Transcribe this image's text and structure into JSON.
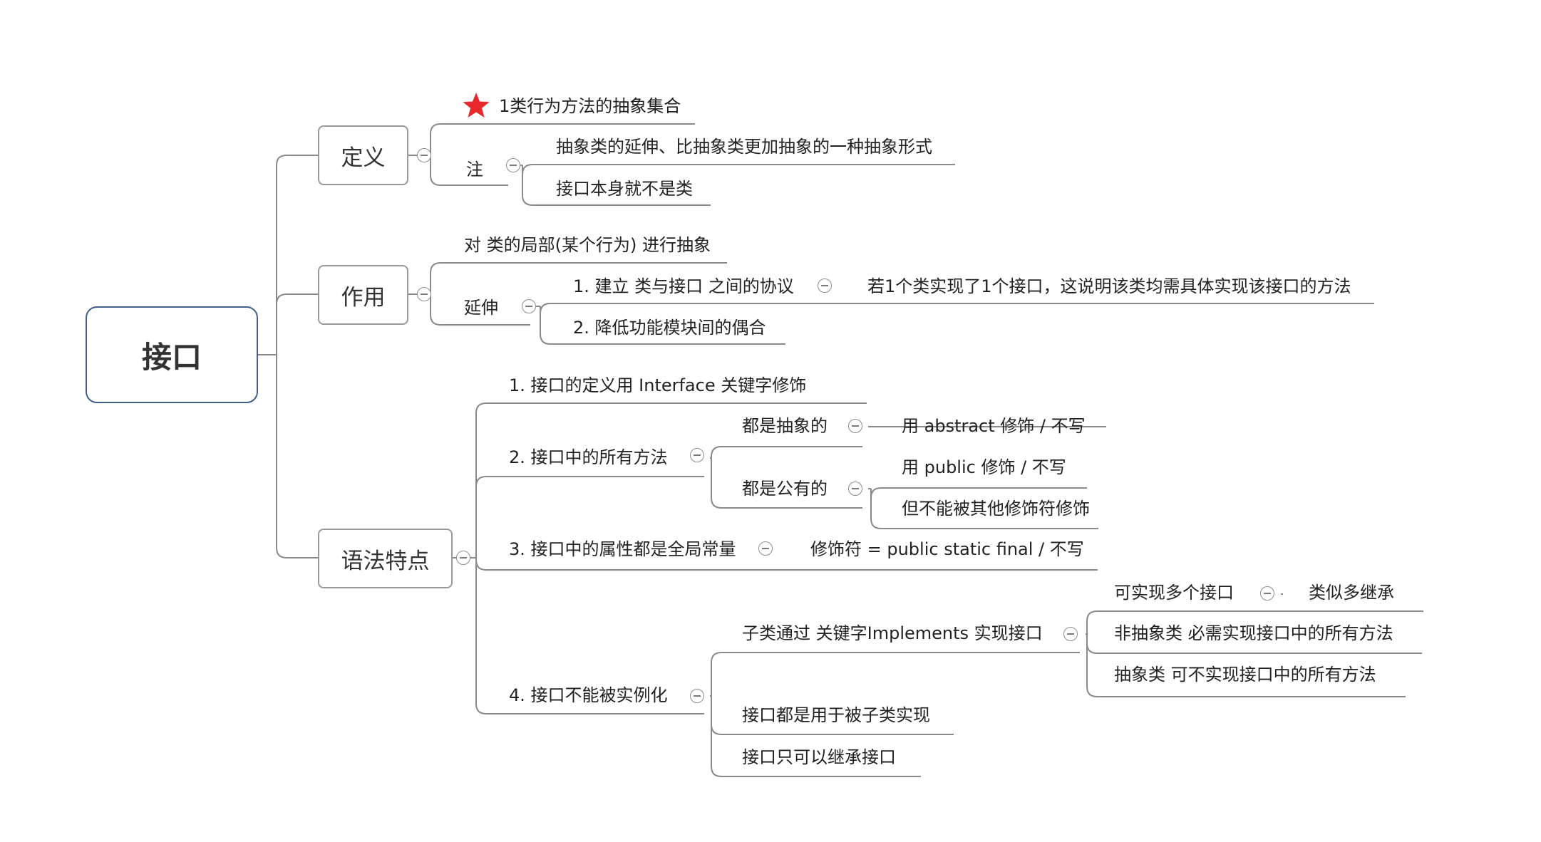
{
  "root": {
    "label": "接口"
  },
  "branches": {
    "definition": {
      "label": "定义",
      "item1": "1类行为方法的抽象集合",
      "item1_marker": "red-star-icon",
      "note_label": "注",
      "note_items": [
        "抽象类的延伸、比抽象类更加抽象的一种抽象形式",
        "接口本身就不是类"
      ]
    },
    "purpose": {
      "label": "作用",
      "item1": "对 类的局部(某个行为) 进行抽象",
      "extension_label": "延伸",
      "extension_items": [
        "1. 建立 类与接口 之间的协议",
        "2. 降低功能模块间的偶合"
      ],
      "protocol_detail": "若1个类实现了1个接口，这说明该类均需具体实现该接口的方法"
    },
    "syntax": {
      "label": "语法特点",
      "item1": "1. 接口的定义用 Interface 关键字修饰",
      "item2": "2. 接口中的所有方法",
      "item2_children": {
        "abstract": "都是抽象的",
        "abstract_detail": "用 abstract 修饰 / 不写",
        "public": "都是公有的",
        "public_details": [
          "用 public 修饰 / 不写",
          "但不能被其他修饰符修饰"
        ]
      },
      "item3": "3. 接口中的属性都是全局常量",
      "item3_detail": "修饰符 = public static final / 不写",
      "item4": "4. 接口不能被实例化",
      "item4_children": {
        "implements": "子类通过 关键字Implements 实现接口",
        "implements_details": [
          "可实现多个接口",
          "非抽象类 必需实现接口中的所有方法",
          "抽象类 可不实现接口中的所有方法"
        ],
        "multi_detail": "类似多继承",
        "subclass": "接口都是用于被子类实现",
        "inherit": "接口只可以继承接口"
      }
    }
  },
  "colors": {
    "root_border": "#3f5f88",
    "box_border": "#9a9a9a",
    "line": "#8a8a8a",
    "star": "#e8282b"
  }
}
